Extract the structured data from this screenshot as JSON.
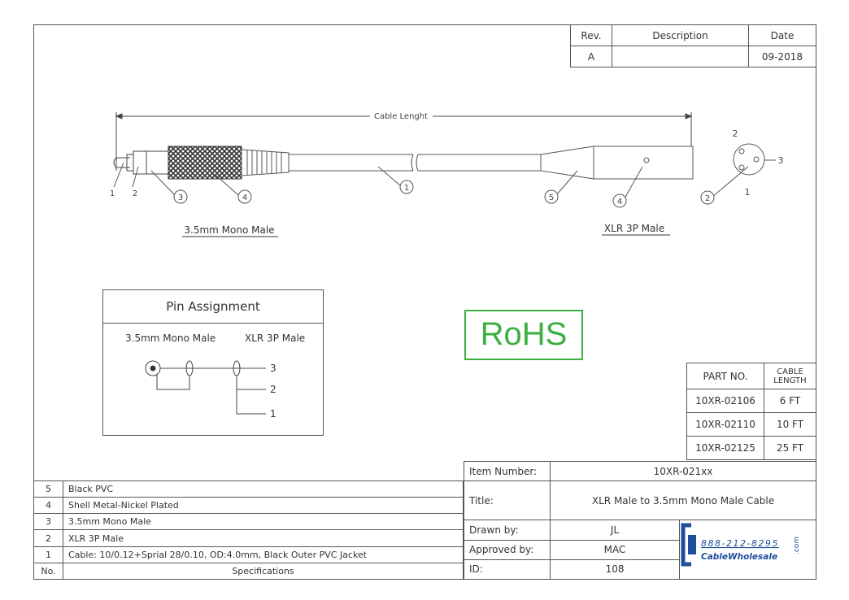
{
  "revision_table": {
    "headers": [
      "Rev.",
      "Description",
      "Date"
    ],
    "row": [
      "A",
      "",
      "09-2018"
    ]
  },
  "drawing": {
    "cable_length_label": "Cable Lenght",
    "left_connector_label": "3.5mm Mono Male",
    "right_connector_label": "XLR 3P Male",
    "callouts_left": [
      "1",
      "2",
      "3",
      "4"
    ],
    "callout_cable": "1",
    "callouts_right": [
      "5",
      "4"
    ],
    "xlr_pins": [
      "2",
      "3",
      "1"
    ],
    "xlr_end_callouts": [
      "2"
    ]
  },
  "pin_assignment": {
    "title": "Pin Assignment",
    "left_heading": "3.5mm Mono Male",
    "right_heading": "XLR 3P Male",
    "pins": [
      "3",
      "2",
      "1"
    ]
  },
  "rohs_label": "RoHS",
  "parts_table": {
    "headers": [
      "PART NO.",
      "CABLE LENGTH"
    ],
    "rows": [
      [
        "10XR-02106",
        "6 FT"
      ],
      [
        "10XR-02110",
        "10 FT"
      ],
      [
        "10XR-02125",
        "25 FT"
      ]
    ]
  },
  "specifications": {
    "rows": [
      [
        "5",
        "Black PVC"
      ],
      [
        "4",
        "Shell Metal-Nickel Plated"
      ],
      [
        "3",
        "3.5mm Mono Male"
      ],
      [
        "2",
        "XLR 3P Male"
      ],
      [
        "1",
        "Cable: 10/0.12+Sprial 28/0.10, OD:4.0mm, Black Outer PVC Jacket"
      ]
    ],
    "footer": [
      "No.",
      "Specifications"
    ]
  },
  "title_block": {
    "item_number_label": "Item Number:",
    "item_number": "10XR-021xx",
    "title_label": "Title:",
    "title": "XLR Male to 3.5mm Mono Male Cable",
    "drawn_by_label": "Drawn by:",
    "drawn_by": "JL",
    "approved_by_label": "Approved by:",
    "approved_by": "MAC",
    "id_label": "ID:",
    "id": "108"
  },
  "logo": {
    "phone": "888-212-8295",
    "brand": "CableWholesale",
    "suffix": ".com",
    "color": "#1f4e9c"
  }
}
